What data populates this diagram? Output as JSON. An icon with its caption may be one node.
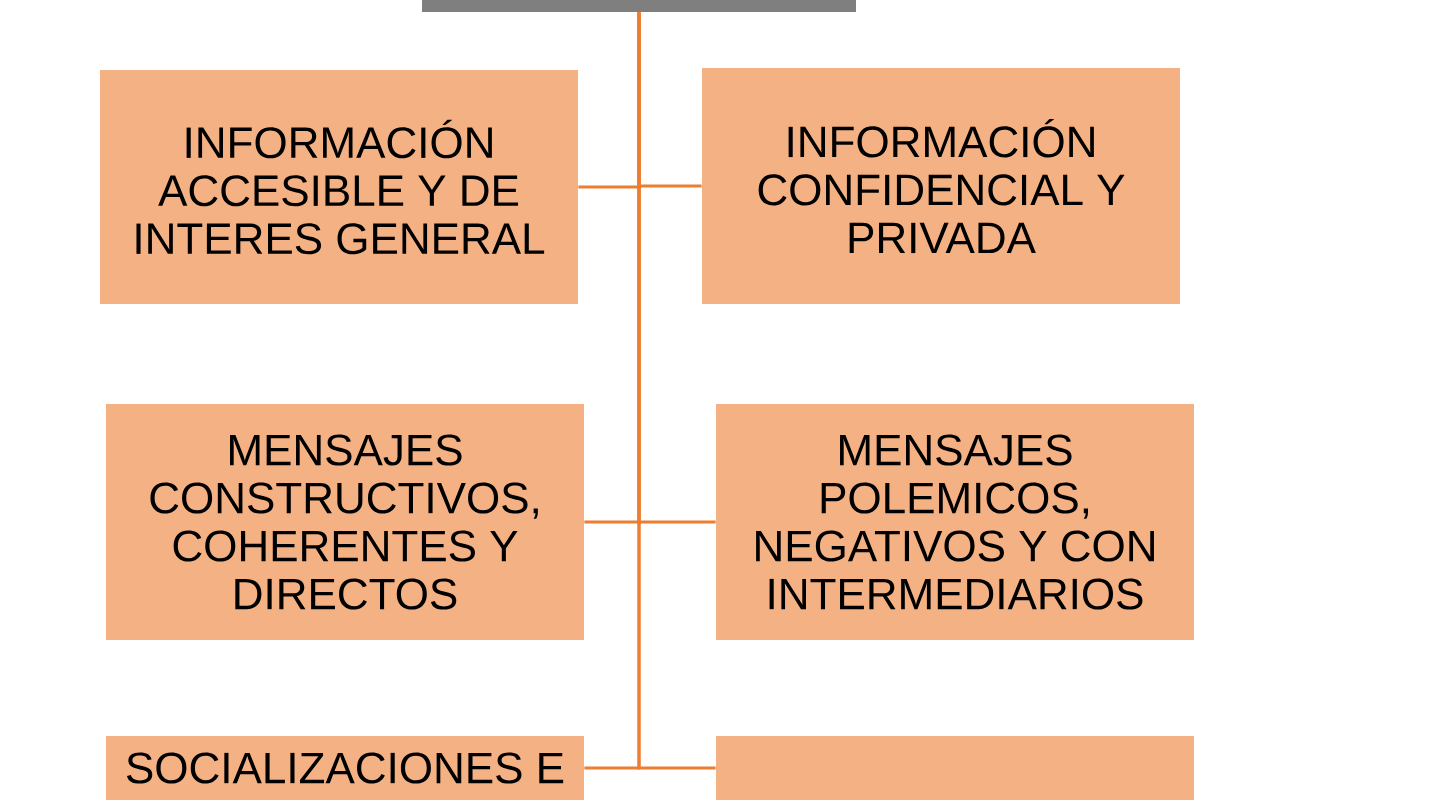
{
  "diagram": {
    "nodes": [
      {
        "text": [],
        "shape": "bar"
      },
      {
        "text": [
          "INFORMACIÓN ACCESIBLE Y DE INTERES GENERAL"
        ]
      },
      {
        "text": [
          "INFORMACIÓN CONFIDENCIAL Y PRIVADA"
        ]
      },
      {
        "text": [
          "MENSAJES CONSTRUCTIVOS, COHERENTES Y DIRECTOS"
        ]
      },
      {
        "text": [
          "MENSAJES POLEMICOS, NEGATIVOS Y CON INTERMEDIARIOS"
        ]
      },
      {
        "text": [
          "SOCIALIZACIONES E"
        ]
      },
      {
        "text": [],
        "shape": "box"
      }
    ],
    "edges": [
      {
        "from": 0,
        "to": 1,
        "arrow": "none"
      },
      {
        "from": 0,
        "to": 2,
        "arrow": "none"
      },
      {
        "from": 0,
        "to": 3,
        "arrow": "none"
      },
      {
        "from": 0,
        "to": 4,
        "arrow": "none"
      },
      {
        "from": 0,
        "to": 5,
        "arrow": "none"
      },
      {
        "from": 0,
        "to": 6,
        "arrow": "none"
      }
    ]
  }
}
